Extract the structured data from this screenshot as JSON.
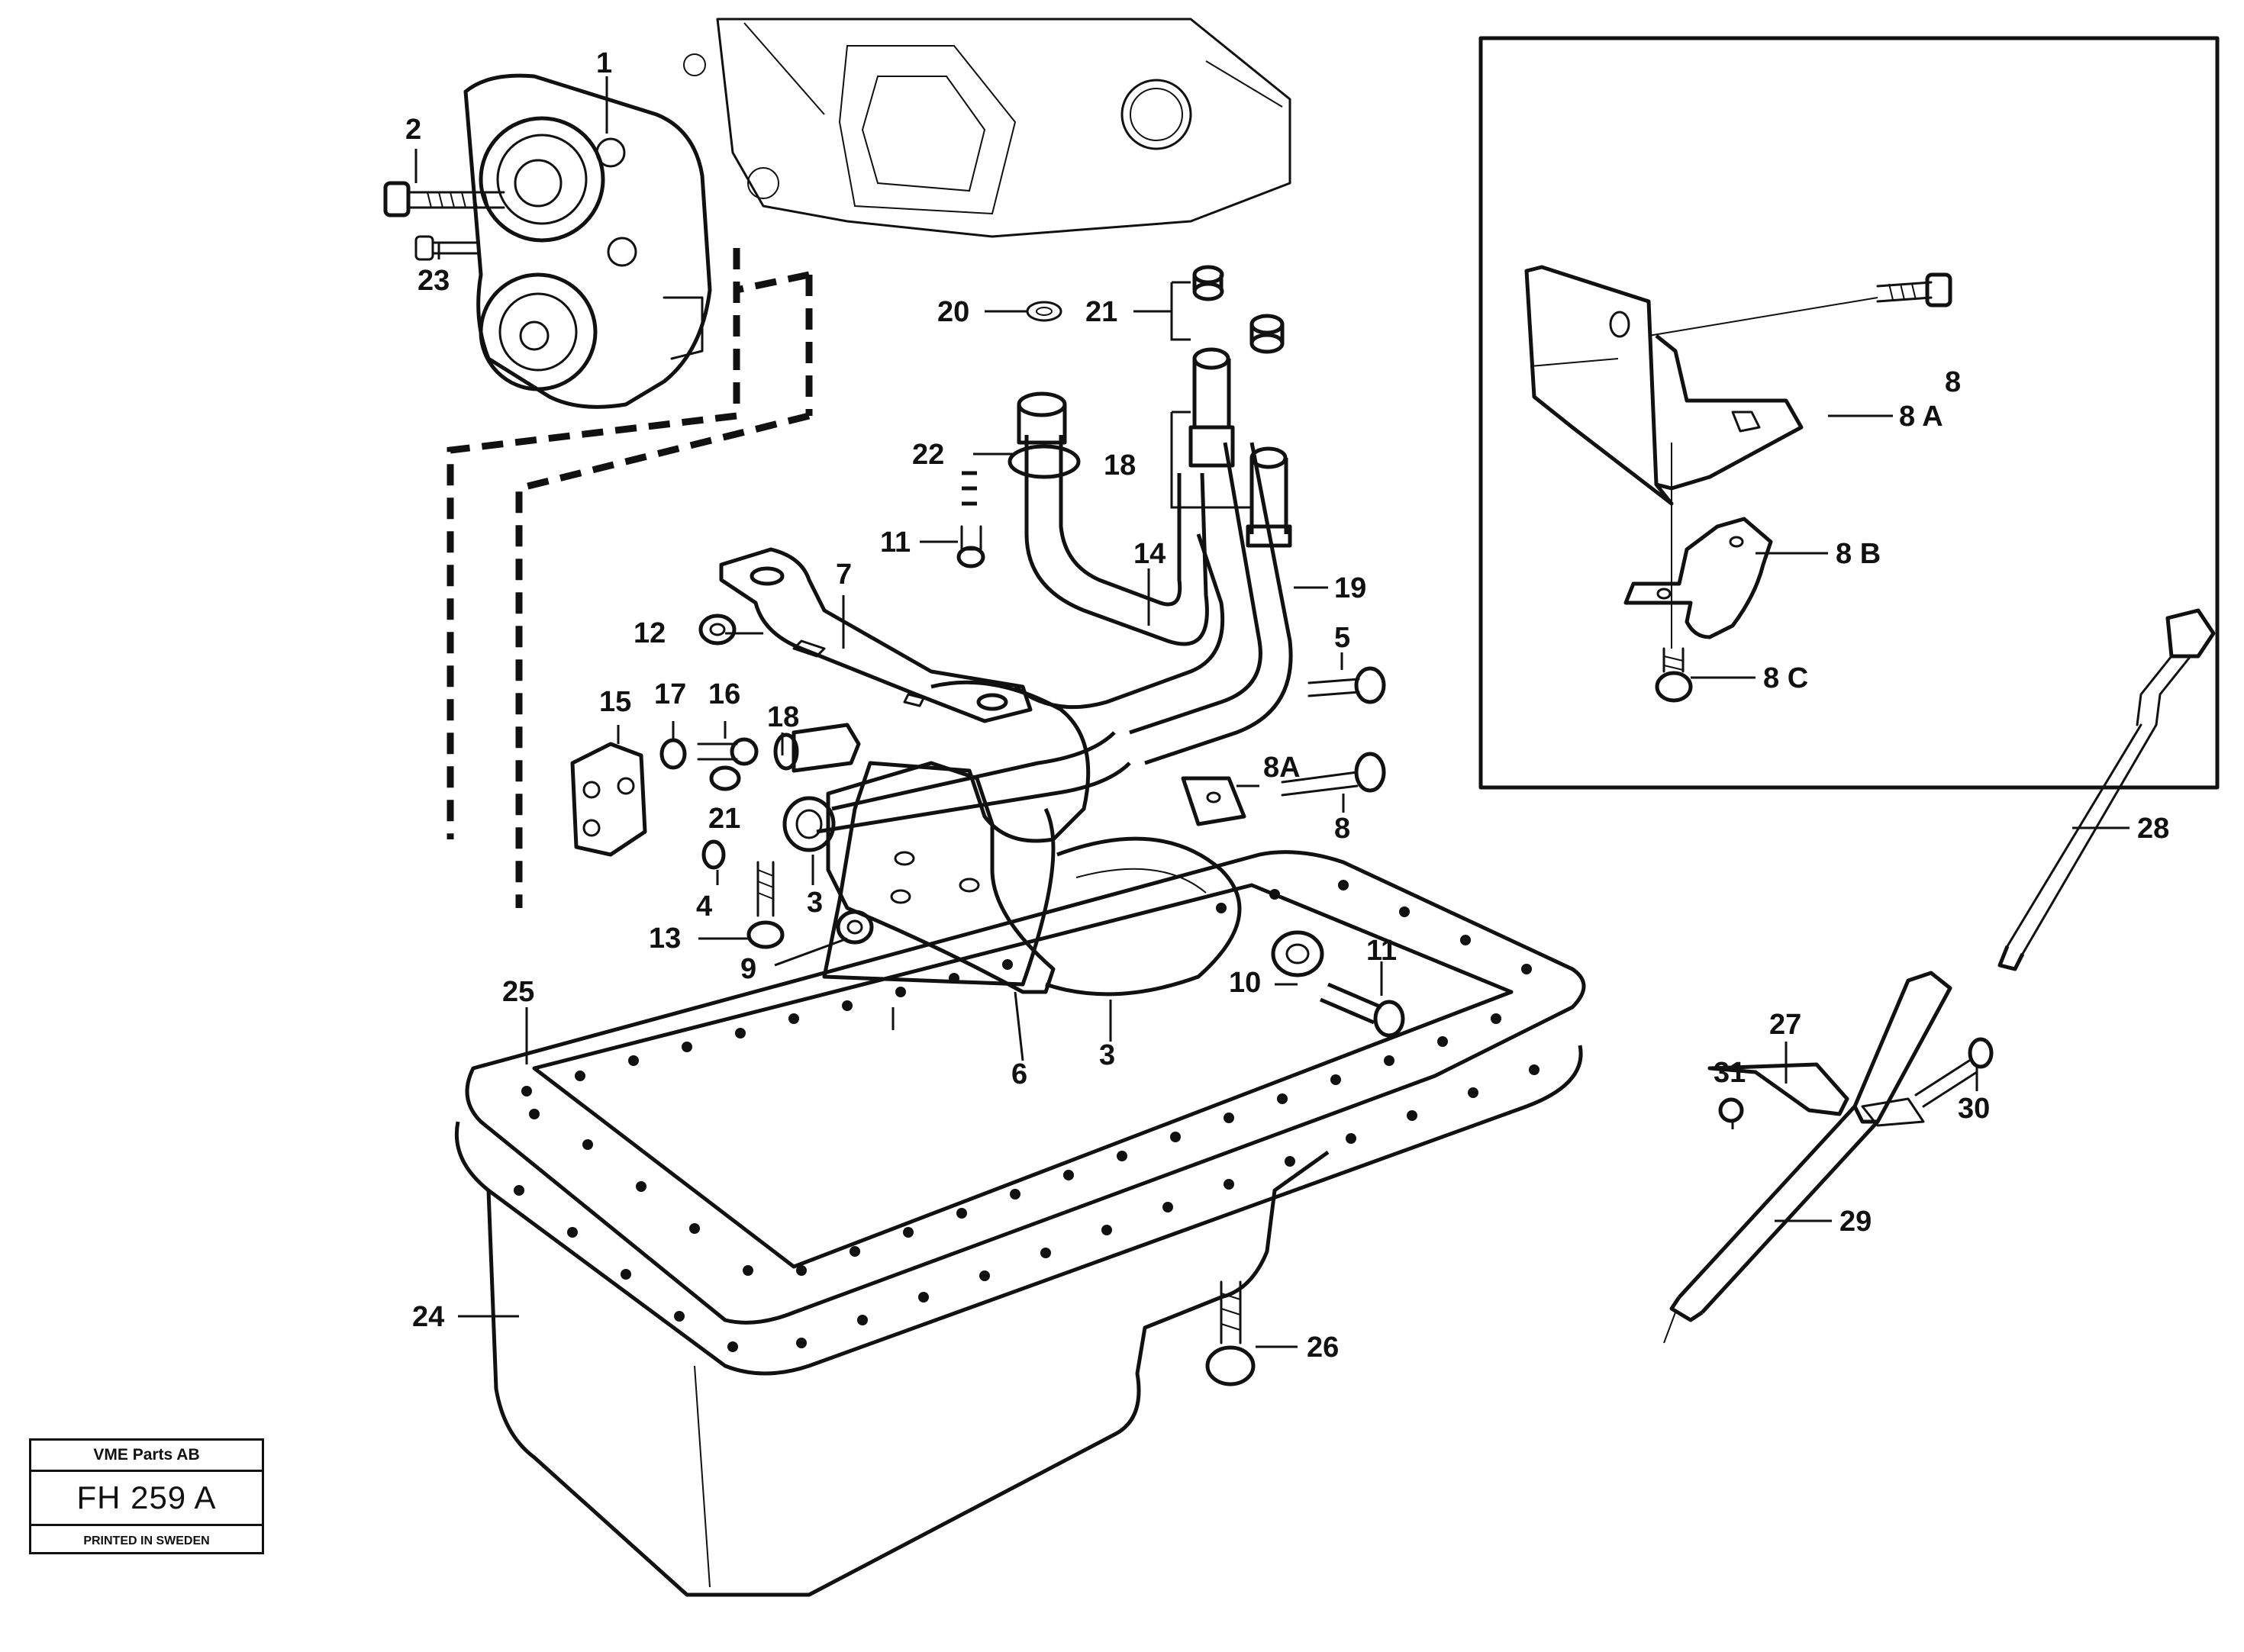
{
  "diagram": {
    "callouts": [
      "1",
      "2",
      "23",
      "20",
      "21",
      "22",
      "18",
      "11",
      "14",
      "19",
      "7",
      "12",
      "5",
      "15",
      "17",
      "16",
      "18",
      "21",
      "8A",
      "8",
      "4",
      "3",
      "13",
      "9",
      "10",
      "11",
      "25",
      "6",
      "3",
      "24",
      "26",
      "8",
      "8 A",
      "8 B",
      "8 C",
      "28",
      "27",
      "30",
      "31",
      "29"
    ]
  },
  "title_block": {
    "company": "VME Parts AB",
    "code": "FH 259 A",
    "printed": "PRINTED IN SWEDEN"
  }
}
